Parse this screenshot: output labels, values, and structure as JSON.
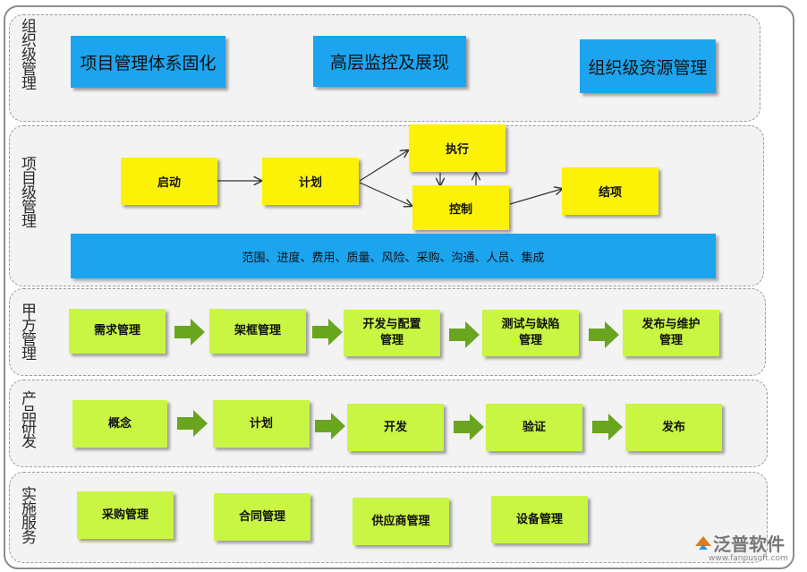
{
  "sections": {
    "org": {
      "label": "组织级管理",
      "boxes": [
        "项目管理体系固化",
        "高层监控及展现",
        "组织级资源管理"
      ]
    },
    "project": {
      "label": "项目级管理",
      "nodes": {
        "start": "启动",
        "plan": "计划",
        "execute": "执行",
        "control": "控制",
        "close": "结项"
      },
      "bar": "范围、进度、费用、质量、风险、采购、沟通、人员、集成"
    },
    "party_a": {
      "label": "甲方管理",
      "steps": [
        "需求管理",
        "架框管理",
        "开发与配置\n管理",
        "测试与缺陷\n管理",
        "发布与维护\n管理"
      ]
    },
    "product": {
      "label": "产品研发",
      "steps": [
        "概念",
        "计划",
        "开发",
        "验证",
        "发布"
      ]
    },
    "service": {
      "label": "实施服务",
      "items": [
        "采购管理",
        "合同管理",
        "供应商管理",
        "设备管理"
      ]
    }
  },
  "logo": {
    "name": "泛普软件",
    "url": "www.fanpusoft.com"
  },
  "colors": {
    "blue": "#1ca4ef",
    "yellow": "#fcf207",
    "green": "#c9f543",
    "arrow_green": "#6aa51f"
  }
}
